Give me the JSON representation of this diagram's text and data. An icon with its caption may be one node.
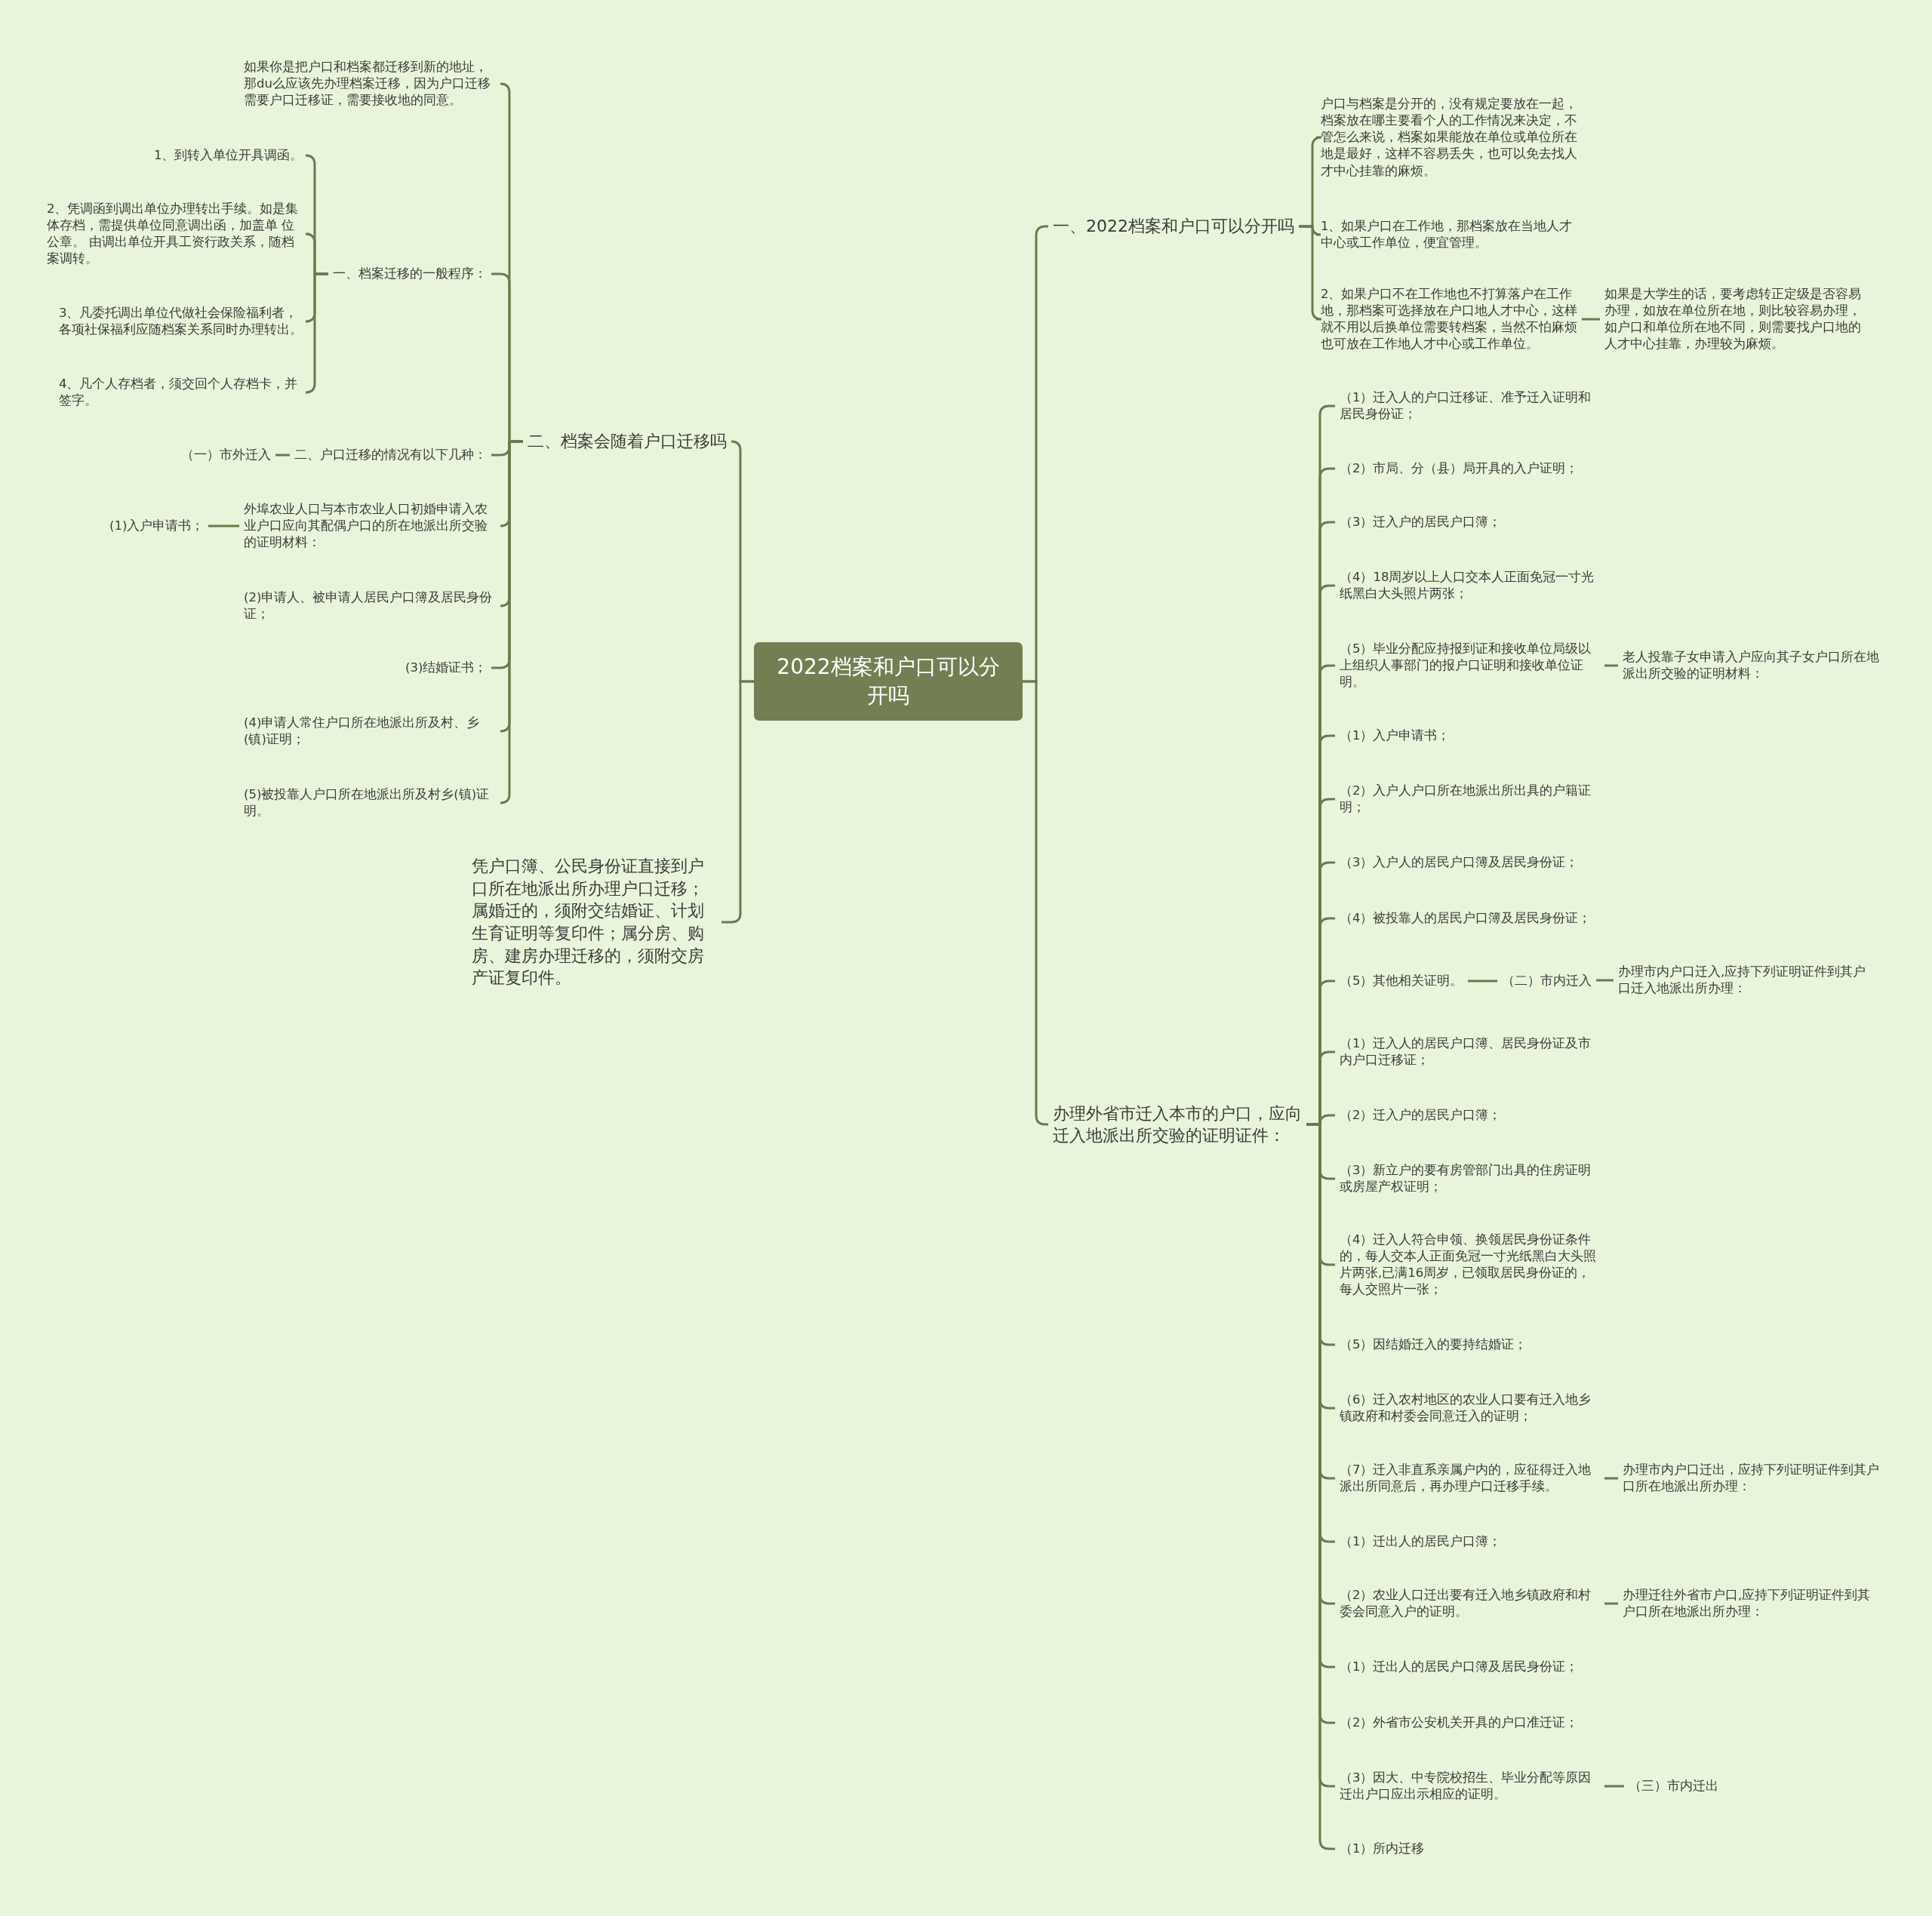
{
  "diagram": {
    "nodes": [
      {
        "text": [
          "2022档案和户口可以分开吗"
        ]
      },
      {
        "text": [
          "一、2022档案和户口可以分开吗"
        ]
      },
      {
        "text": [
          "户口与档案是分开的，没有规定要放在一起，档案放在哪主要看个人的工作情况来决定，不管怎么来说，档案如果能放在单位或单位所在地是最好，这样不容易丢失，也可以免去找人才中心挂靠的麻烦。"
        ]
      },
      {
        "text": [
          "1、如果户口在工作地，那档案放在当地人才中心或工作单位，便宜管理。"
        ]
      },
      {
        "text": [
          "2、如果户口不在工作地也不打算落户在工作地，那档案可选择放在户口地人才中心，这样就不用以后换单位需要转档案，当然不怕麻烦也可放在工作地人才中心或工作单位。"
        ]
      },
      {
        "text": [
          "如果是大学生的话，要考虑转正定级是否容易办理，如放在单位所在地，则比较容易办理，如户口和单位所在地不同，则需要找户口地的人才中心挂靠，办理较为麻烦。"
        ]
      },
      {
        "text": [
          "办理外省市迁入本市的户口，应向迁入地派出所交验的证明证件："
        ]
      },
      {
        "text": [
          "（1）迁入人的户口迁移证、准予迁入证明和居民身份证；"
        ]
      },
      {
        "text": [
          "（2）市局、分（县）局开具的入户证明；"
        ]
      },
      {
        "text": [
          "（3）迁入户的居民户口簿；"
        ]
      },
      {
        "text": [
          "（4）18周岁以上人口交本人正面免冠一寸光纸黑白大头照片两张；"
        ]
      },
      {
        "text": [
          "（5）毕业分配应持报到证和接收单位局级以上组织人事部门的报户口证明和接收单位证明。"
        ]
      },
      {
        "text": [
          "老人投靠子女申请入户应向其子女户口所在地派出所交验的证明材料："
        ]
      },
      {
        "text": [
          "（1）入户申请书；"
        ]
      },
      {
        "text": [
          "（2）入户人户口所在地派出所出具的户籍证明；"
        ]
      },
      {
        "text": [
          "（3）入户人的居民户口簿及居民身份证；"
        ]
      },
      {
        "text": [
          "（4）被投靠人的居民户口簿及居民身份证；"
        ]
      },
      {
        "text": [
          "（5）其他相关证明。"
        ]
      },
      {
        "text": [
          "（二）市内迁入"
        ]
      },
      {
        "text": [
          "办理市内户口迁入,应持下列证明证件到其户口迁入地派出所办理："
        ]
      },
      {
        "text": [
          "（1）迁入人的居民户口簿、居民身份证及市内户口迁移证；"
        ]
      },
      {
        "text": [
          "（2）迁入户的居民户口簿；"
        ]
      },
      {
        "text": [
          "（3）新立户的要有房管部门出具的住房证明或房屋产权证明；"
        ]
      },
      {
        "text": [
          "（4）迁入人符合申领、换领居民身份证条件的，每人交本人正面免冠一寸光纸黑白大头照片两张,已满16周岁，已领取居民身份证的，每人交照片一张；"
        ]
      },
      {
        "text": [
          "（5）因结婚迁入的要持结婚证；"
        ]
      },
      {
        "text": [
          "（6）迁入农村地区的农业人口要有迁入地乡镇政府和村委会同意迁入的证明；"
        ]
      },
      {
        "text": [
          "（7）迁入非直系亲属户内的，应征得迁入地派出所同意后，再办理户口迁移手续。"
        ]
      },
      {
        "text": [
          "办理市内户口迁出，应持下列证明证件到其户口所在地派出所办理："
        ]
      },
      {
        "text": [
          "（1）迁出人的居民户口簿；"
        ]
      },
      {
        "text": [
          "（2）农业人口迁出要有迁入地乡镇政府和村委会同意入户的证明。"
        ]
      },
      {
        "text": [
          "办理迁往外省市户口,应持下列证明证件到其户口所在地派出所办理："
        ]
      },
      {
        "text": [
          "（1）迁出人的居民户口簿及居民身份证；"
        ]
      },
      {
        "text": [
          "（2）外省市公安机关开具的户口准迁证；"
        ]
      },
      {
        "text": [
          "（3）因大、中专院校招生、毕业分配等原因迁出户口应出示相应的证明。"
        ]
      },
      {
        "text": [
          "（三）市内迁出"
        ]
      },
      {
        "text": [
          "（1）所内迁移"
        ]
      },
      {
        "text": [
          "二、档案会随着户口迁移吗"
        ]
      },
      {
        "text": [
          "如果你是把户口和档案都迁移到新的地址，那du么应该先办理档案迁移，因为户口迁移需要户口迁移证，需要接收地的同意。"
        ]
      },
      {
        "text": [
          "一、档案迁移的一般程序："
        ]
      },
      {
        "text": [
          "1、到转入单位开具调函。"
        ]
      },
      {
        "text": [
          "2、凭调函到调出单位办理转出手续。如是集体存档，需提供单位同意调出函，加盖单 位公章。 由调出单位开具工资行政关系，随档案调转。"
        ]
      },
      {
        "text": [
          "3、凡委托调出单位代做社会保险福利者，各项社保福利应随档案关系同时办理转出。"
        ]
      },
      {
        "text": [
          "4、凡个人存档者，须交回个人存档卡，并签字。"
        ]
      },
      {
        "text": [
          "二、户口迁移的情况有以下几种："
        ]
      },
      {
        "text": [
          "（一）市外迁入"
        ]
      },
      {
        "text": [
          "外埠农业人口与本市农业人口初婚申请入农业户口应向其配偶户口的所在地派出所交验的证明材料："
        ]
      },
      {
        "text": [
          "(1)入户申请书；"
        ]
      },
      {
        "text": [
          "(2)申请人、被申请人居民户口簿及居民身份证；"
        ]
      },
      {
        "text": [
          "(3)结婚证书；"
        ]
      },
      {
        "text": [
          "(4)申请人常住户口所在地派出所及村、乡(镇)证明；"
        ]
      },
      {
        "text": [
          "(5)被投靠人户口所在地派出所及村乡(镇)证明。"
        ]
      },
      {
        "text": [
          "凭户口簿、公民身份证直接到户口所在地派出所办理户口迁移；属婚迁的，须附交结婚证、计划生育证明等复印件；属分房、购房、建房办理迁移的，须附交房产证复印件。"
        ]
      }
    ],
    "edges": [
      {
        "from": 0,
        "to": 1,
        "arrow": "none"
      },
      {
        "from": 0,
        "to": 6,
        "arrow": "none"
      },
      {
        "from": 0,
        "to": 36,
        "arrow": "none"
      },
      {
        "from": 0,
        "to": 51,
        "arrow": "none"
      },
      {
        "from": 1,
        "to": 2,
        "arrow": "none"
      },
      {
        "from": 1,
        "to": 3,
        "arrow": "none"
      },
      {
        "from": 1,
        "to": 4,
        "arrow": "none"
      },
      {
        "from": 4,
        "to": 5,
        "arrow": "none"
      },
      {
        "from": 6,
        "to": 7,
        "arrow": "none"
      },
      {
        "from": 6,
        "to": 8,
        "arrow": "none"
      },
      {
        "from": 6,
        "to": 9,
        "arrow": "none"
      },
      {
        "from": 6,
        "to": 10,
        "arrow": "none"
      },
      {
        "from": 6,
        "to": 11,
        "arrow": "none"
      },
      {
        "from": 11,
        "to": 12,
        "arrow": "none"
      },
      {
        "from": 6,
        "to": 13,
        "arrow": "none"
      },
      {
        "from": 6,
        "to": 14,
        "arrow": "none"
      },
      {
        "from": 6,
        "to": 15,
        "arrow": "none"
      },
      {
        "from": 6,
        "to": 16,
        "arrow": "none"
      },
      {
        "from": 6,
        "to": 17,
        "arrow": "none"
      },
      {
        "from": 17,
        "to": 18,
        "arrow": "none"
      },
      {
        "from": 18,
        "to": 19,
        "arrow": "none"
      },
      {
        "from": 6,
        "to": 20,
        "arrow": "none"
      },
      {
        "from": 6,
        "to": 21,
        "arrow": "none"
      },
      {
        "from": 6,
        "to": 22,
        "arrow": "none"
      },
      {
        "from": 6,
        "to": 23,
        "arrow": "none"
      },
      {
        "from": 6,
        "to": 24,
        "arrow": "none"
      },
      {
        "from": 6,
        "to": 25,
        "arrow": "none"
      },
      {
        "from": 6,
        "to": 26,
        "arrow": "none"
      },
      {
        "from": 26,
        "to": 27,
        "arrow": "none"
      },
      {
        "from": 6,
        "to": 28,
        "arrow": "none"
      },
      {
        "from": 6,
        "to": 29,
        "arrow": "none"
      },
      {
        "from": 29,
        "to": 30,
        "arrow": "none"
      },
      {
        "from": 6,
        "to": 31,
        "arrow": "none"
      },
      {
        "from": 6,
        "to": 32,
        "arrow": "none"
      },
      {
        "from": 6,
        "to": 33,
        "arrow": "none"
      },
      {
        "from": 33,
        "to": 34,
        "arrow": "none"
      },
      {
        "from": 6,
        "to": 35,
        "arrow": "none"
      },
      {
        "from": 36,
        "to": 37,
        "arrow": "none"
      },
      {
        "from": 36,
        "to": 38,
        "arrow": "none"
      },
      {
        "from": 38,
        "to": 39,
        "arrow": "none"
      },
      {
        "from": 38,
        "to": 40,
        "arrow": "none"
      },
      {
        "from": 38,
        "to": 41,
        "arrow": "none"
      },
      {
        "from": 38,
        "to": 42,
        "arrow": "none"
      },
      {
        "from": 36,
        "to": 43,
        "arrow": "none"
      },
      {
        "from": 43,
        "to": 44,
        "arrow": "none"
      },
      {
        "from": 36,
        "to": 45,
        "arrow": "none"
      },
      {
        "from": 45,
        "to": 46,
        "arrow": "none"
      },
      {
        "from": 36,
        "to": 47,
        "arrow": "none"
      },
      {
        "from": 36,
        "to": 48,
        "arrow": "none"
      },
      {
        "from": 36,
        "to": 49,
        "arrow": "none"
      },
      {
        "from": 36,
        "to": 50,
        "arrow": "none"
      }
    ]
  }
}
